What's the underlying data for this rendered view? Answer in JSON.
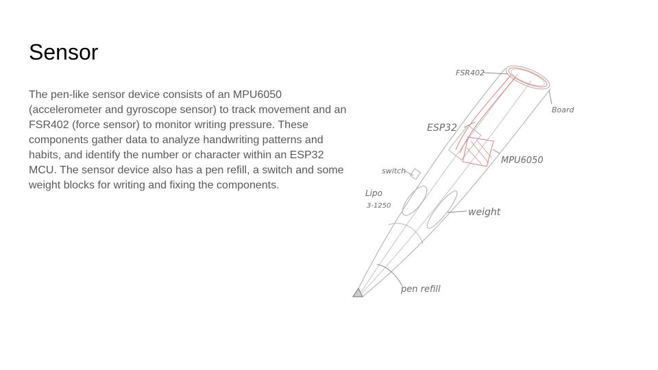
{
  "slide": {
    "title": "Sensor",
    "body": "The pen-like sensor device consists of an MPU6050 (accelerometer and gyroscope sensor) to track movement and an FSR402 (force sensor) to monitor writing pressure. These components gather data to analyze handwriting patterns and habits, and identify the number or character within an ESP32 MCU. The sensor device also has a pen refill, a switch and some weight blocks for writing and fixing the components."
  },
  "sketch": {
    "labels": {
      "fsr": "FSR402",
      "board": "Board",
      "esp32": "ESP32",
      "mpu": "MPU6050",
      "switch": "switch",
      "lipo_line1": "Lipo",
      "lipo_line2": "3-1250",
      "weight": "weight",
      "pen_refill": "pen refill"
    },
    "colors": {
      "stroke": "#b8b8b8",
      "accent": "#e08080",
      "label": "#6a6a6a"
    }
  }
}
